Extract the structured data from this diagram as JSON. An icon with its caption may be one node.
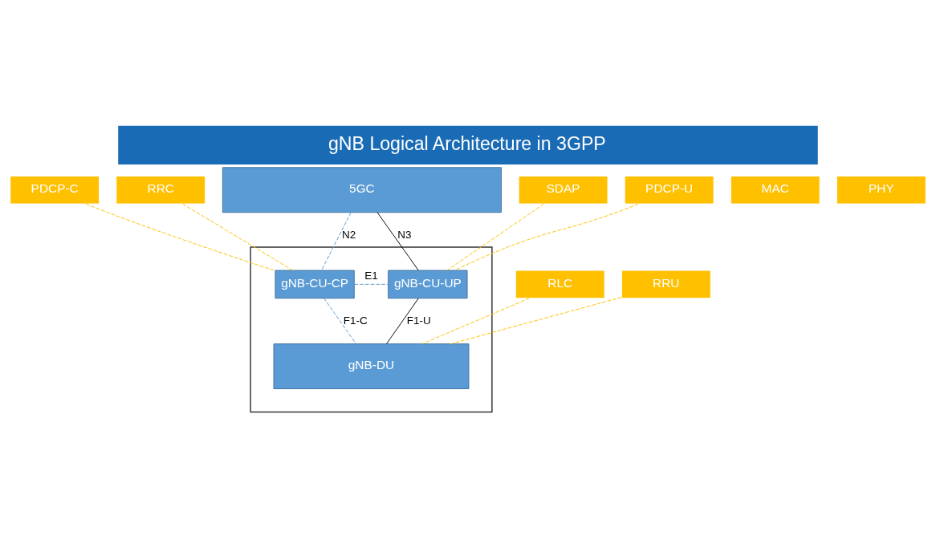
{
  "diagram": {
    "title": "gNB Logical Architecture in 3GPP",
    "nodes": [
      {
        "text": [
          "5GC"
        ]
      },
      {
        "text": [],
        "shape": "box"
      },
      {
        "text": [
          "gNB-CU-CP"
        ],
        "in": 1
      },
      {
        "text": [
          "gNB-CU-UP"
        ],
        "in": 1
      },
      {
        "text": [
          "gNB-DU"
        ],
        "in": 1
      },
      {
        "text": [
          "RRC"
        ]
      },
      {
        "text": [
          "PDCP-C"
        ]
      },
      {
        "text": [
          "SDAP"
        ]
      },
      {
        "text": [
          "PDCP-U"
        ]
      },
      {
        "text": [
          "RLC"
        ]
      },
      {
        "text": [
          "MAC"
        ]
      },
      {
        "text": [
          "PHY"
        ]
      },
      {
        "text": [
          "RRU"
        ]
      }
    ],
    "edges": [
      {
        "from": 0,
        "to": 2,
        "arrow": "none",
        "label": "N2",
        "style": "dashed",
        "color": "#5b9bd5"
      },
      {
        "from": 0,
        "to": 3,
        "arrow": "none",
        "label": "N3",
        "color": "#000000"
      },
      {
        "from": 2,
        "to": 3,
        "arrow": "none",
        "label": "E1",
        "style": "dashed",
        "color": "#5b9bd5"
      },
      {
        "from": 2,
        "to": 4,
        "arrow": "none",
        "label": "F1-C",
        "style": "dashed",
        "color": "#5b9bd5"
      },
      {
        "from": 3,
        "to": 4,
        "arrow": "none",
        "label": "F1-U",
        "color": "#000000"
      },
      {
        "from": 5,
        "to": 2,
        "arrow": "none",
        "style": "dashed",
        "color": "#ffc000"
      },
      {
        "from": 6,
        "to": 2,
        "arrow": "none",
        "style": "dashed",
        "color": "#ffc000"
      },
      {
        "from": 7,
        "to": 3,
        "arrow": "none",
        "style": "dashed",
        "color": "#ffc000"
      },
      {
        "from": 8,
        "to": 3,
        "arrow": "none",
        "style": "dashed",
        "color": "#ffc000"
      },
      {
        "from": 9,
        "to": 4,
        "arrow": "none",
        "style": "dashed",
        "color": "#ffc000"
      },
      {
        "from": 12,
        "to": 4,
        "arrow": "none",
        "style": "dashed",
        "color": "#ffc000"
      }
    ]
  }
}
